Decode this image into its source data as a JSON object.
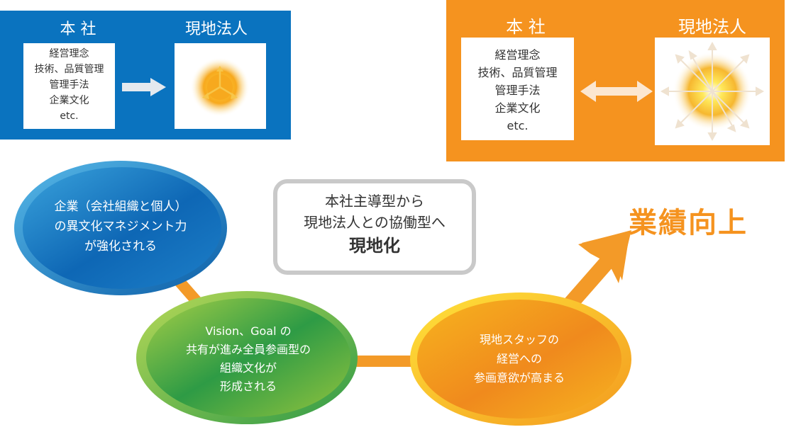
{
  "left_panel": {
    "hq_title": "本 社",
    "local_title": "現地法人",
    "hq_items": [
      "経営理念",
      "技術、品質管理",
      "管理手法",
      "企業文化",
      "etc."
    ],
    "bg_color": "#0a73bf"
  },
  "right_panel": {
    "hq_title": "本 社",
    "local_title": "現地法人",
    "hq_items": [
      "経営理念",
      "技術、品質管理",
      "管理手法",
      "企業文化",
      "etc."
    ],
    "bg_color": "#f5931f"
  },
  "callout": {
    "lines": [
      "本社主導型から",
      "現地法人との協働型へ"
    ],
    "emphasis": "現地化"
  },
  "ellipses": {
    "blue": [
      "企業（会社組織と個人）",
      "の異文化マネジメント力",
      "が強化される"
    ],
    "green": [
      "Vision、Goal の",
      "共有が進み全員参画型の",
      "組織文化が",
      "形成される"
    ],
    "yellow": [
      "現地スタッフの",
      "経営への",
      "参画意欲が高まる"
    ]
  },
  "result_label": "業績向上",
  "colors": {
    "accent_orange": "#f5931f",
    "blue": "#0a73bf",
    "green": "#2e9b45",
    "connector": "#f39a28"
  }
}
